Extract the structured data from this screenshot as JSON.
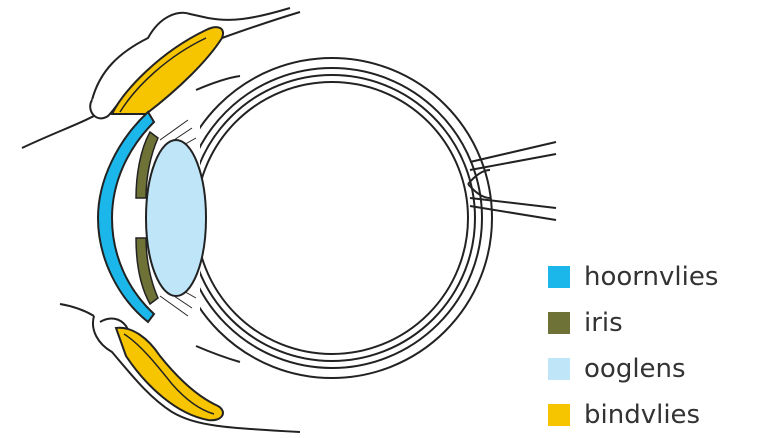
{
  "colors": {
    "hoornvlies": "#1cb7ea",
    "iris": "#6f7236",
    "ooglens": "#bfe6f8",
    "bindvlies": "#f6c500",
    "outline": "#222222"
  },
  "legend": {
    "items": [
      {
        "label": "hoornvlies",
        "color": "#1cb7ea"
      },
      {
        "label": "iris",
        "color": "#6f7236"
      },
      {
        "label": "ooglens",
        "color": "#bfe6f8"
      },
      {
        "label": "bindvlies",
        "color": "#f6c500"
      }
    ]
  }
}
